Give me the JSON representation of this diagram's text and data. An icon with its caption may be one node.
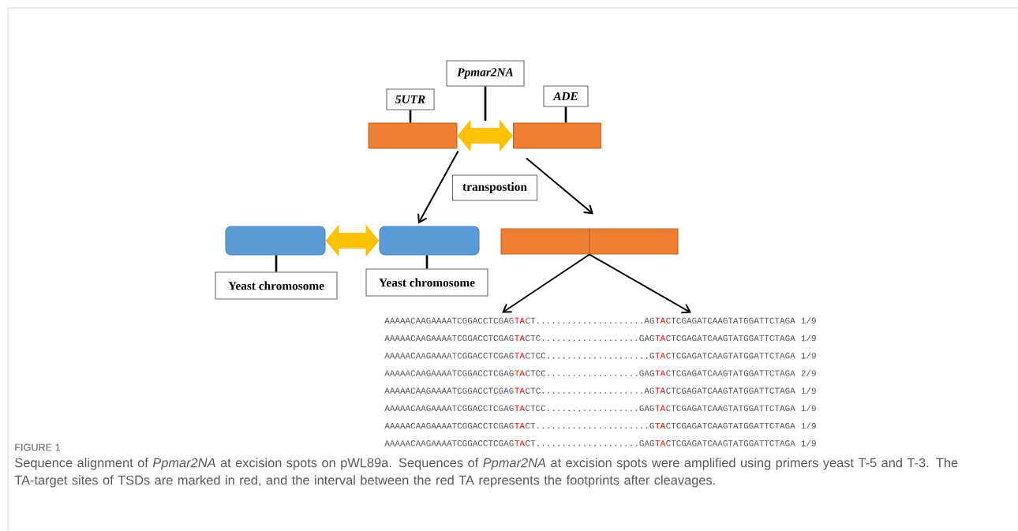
{
  "diagram": {
    "title": "FIGURE 1",
    "caption": "Sequence alignment of *Ppmar2NA* at excision spots on pWL89a. Sequences of *Ppmar2NA* at excision spots were amplified using primers yeast T-5 and T-3. The TA-target sites of TSDs are marked in red, and the interval between the red TA represents the footprints after cleavages.",
    "nodes": [
      {
        "text": [
          "5UTR"
        ]
      },
      {
        "text": [
          "Ppmar2NA"
        ]
      },
      {
        "text": [
          "ADE"
        ]
      },
      {
        "text": [],
        "shape": "box"
      },
      {
        "text": [],
        "shape": "box"
      },
      {
        "text": [
          "transpostion"
        ]
      },
      {
        "text": [],
        "shape": "box"
      },
      {
        "text": [],
        "shape": "box"
      },
      {
        "text": [],
        "shape": "box"
      },
      {
        "text": [
          "Yeast chromosome"
        ]
      },
      {
        "text": [
          "Yeast chromosome"
        ]
      },
      {
        "text": [
          "AAAAACAAGAAAATCGGACCTCGAG",
          "TA",
          "CT.....................AG",
          "TA",
          "CTCGAGATCAAGTATGGATTCTAGA",
          "1/9"
        ]
      },
      {
        "text": [
          "AAAAACAAGAAAATCGGACCTCGAG",
          "TA",
          "CTC...................GAG",
          "TA",
          "CTCGAGATCAAGTATGGATTCTAGA",
          "1/9"
        ]
      },
      {
        "text": [
          "AAAAACAAGAAAATCGGACCTCGAG",
          "TA",
          "CTCC....................G",
          "TA",
          "CTCGAGATCAAGTATGGATTCTAGA",
          "1/9"
        ]
      },
      {
        "text": [
          "AAAAACAAGAAAATCGGACCTCGAG",
          "TA",
          "CTCC..................GAG",
          "TA",
          "CTCGAGATCAAGTATGGATTCTAGA",
          "2/9"
        ]
      },
      {
        "text": [
          "AAAAACAAGAAAATCGGACCTCGAG",
          "TA",
          "CTC....................AG",
          "TA",
          "CTCGAGATCAAGTATGGATTCTAGA",
          "1/9"
        ]
      },
      {
        "text": [
          "AAAAACAAGAAAATCGGACCTCGAG",
          "TA",
          "CTCC..................GAG",
          "TA",
          "CTCGAGATCAAGTATGGATTCTAGA",
          "1/9"
        ]
      },
      {
        "text": [
          "AAAAACAAGAAAATCGGACCTCGAG",
          "TA",
          "CT......................G",
          "TA",
          "CTCGAGATCAAGTATGGATTCTAGA",
          "1/9"
        ]
      },
      {
        "text": [
          "AAAAACAAGAAAATCGGACCTCGAG",
          "TA",
          "CT....................GAG",
          "TA",
          "CTCGAGATCAAGTATGGATTCTAGA",
          "1/9"
        ]
      }
    ],
    "edges": [
      {
        "from": 0,
        "to": 3,
        "arrow": "none"
      },
      {
        "from": 1,
        "to": null,
        "arrow": "none"
      },
      {
        "from": 2,
        "to": 4,
        "arrow": "none"
      },
      {
        "from": 9,
        "to": 6,
        "arrow": "none"
      },
      {
        "from": 10,
        "to": 7,
        "arrow": "none"
      },
      {
        "from": 3,
        "to": 7,
        "arrow": "to"
      },
      {
        "from": 4,
        "to": 8,
        "arrow": "to"
      },
      {
        "from": 8,
        "to": 11,
        "arrow": "to"
      },
      {
        "from": 8,
        "to": 11,
        "arrow": "to"
      },
      {
        "from": 3,
        "to": 4,
        "arrow": "both",
        "style": "thick",
        "color": "#ffc000"
      },
      {
        "from": 6,
        "to": 7,
        "arrow": "both",
        "style": "thick",
        "color": "#ffc000"
      }
    ]
  }
}
